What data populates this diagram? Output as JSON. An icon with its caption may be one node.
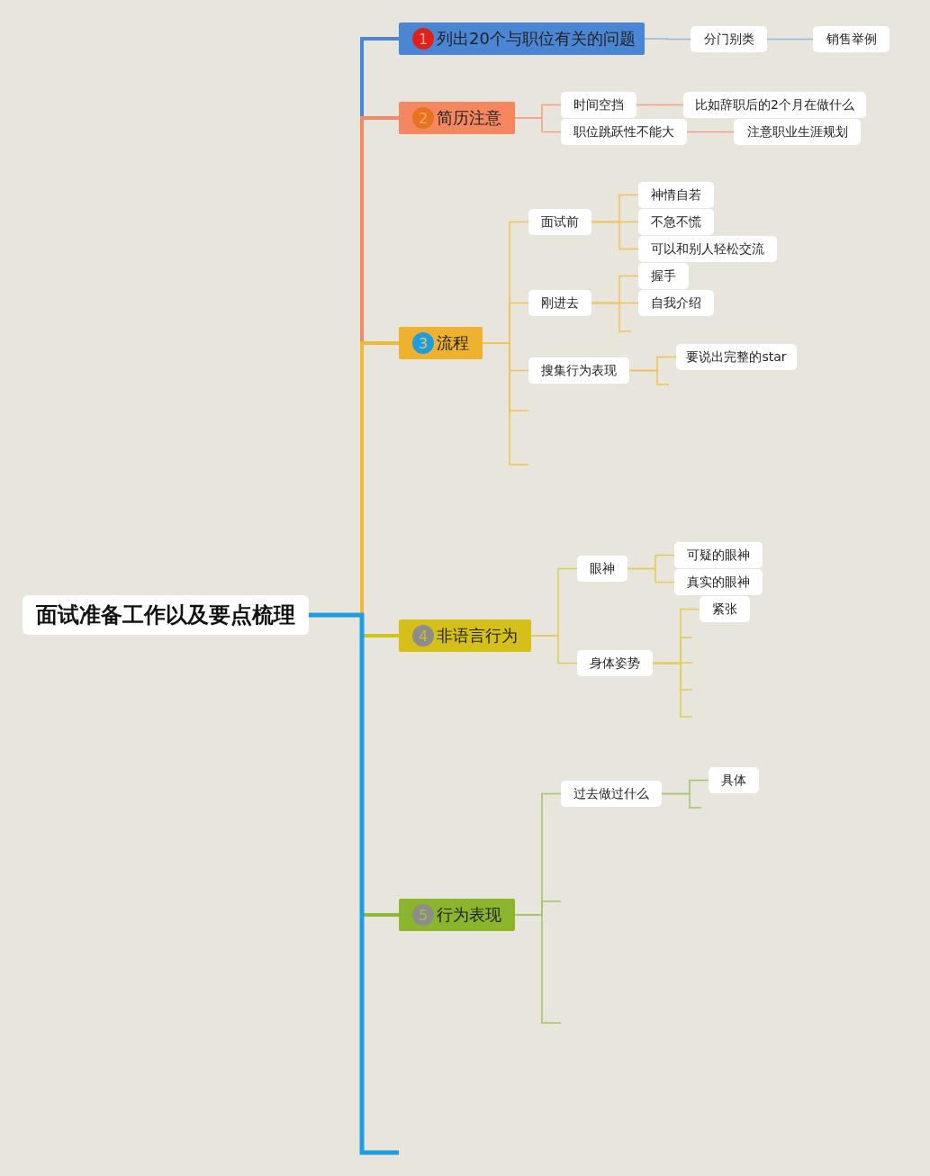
{
  "diagram": {
    "nodes": [
      {
        "text": [
          "面试准备工作以及要点梳理"
        ]
      },
      {
        "text": [
          "1",
          "列出20个与职位有关的问题"
        ]
      },
      {
        "text": [
          "分门别类"
        ]
      },
      {
        "text": [
          "销售举例"
        ]
      },
      {
        "text": [
          "2",
          "简历注意"
        ]
      },
      {
        "text": [
          "时间空挡"
        ]
      },
      {
        "text": [
          "比如辞职后的2个月在做什么"
        ]
      },
      {
        "text": [
          "职位跳跃性不能大"
        ]
      },
      {
        "text": [
          "注意职业生涯规划"
        ]
      },
      {
        "text": [
          "3",
          "流程"
        ]
      },
      {
        "text": [
          "面试前"
        ]
      },
      {
        "text": [
          "神情自若"
        ]
      },
      {
        "text": [
          "不急不慌"
        ]
      },
      {
        "text": [
          "可以和别人轻松交流"
        ]
      },
      {
        "text": [
          "刚进去"
        ]
      },
      {
        "text": [
          "握手"
        ]
      },
      {
        "text": [
          "自我介绍"
        ]
      },
      {
        "text": [
          "搜集行为表现"
        ]
      },
      {
        "text": [
          "要说出完整的star"
        ]
      },
      {
        "text": [
          "4",
          "非语言行为"
        ]
      },
      {
        "text": [
          "眼神"
        ]
      },
      {
        "text": [
          "可疑的眼神"
        ]
      },
      {
        "text": [
          "真实的眼神"
        ]
      },
      {
        "text": [
          "身体姿势"
        ]
      },
      {
        "text": [
          "紧张"
        ]
      },
      {
        "text": [
          "5",
          "行为表现"
        ]
      },
      {
        "text": [
          "过去做过什么"
        ]
      },
      {
        "text": [
          "具体"
        ]
      }
    ],
    "edges": [
      {
        "from": 0,
        "to": 1,
        "arrow": "none",
        "style": "thick",
        "color": "#4a86d4"
      },
      {
        "from": 1,
        "to": 2,
        "arrow": "none",
        "color": "#9bb7dc"
      },
      {
        "from": 2,
        "to": 3,
        "arrow": "none",
        "color": "#9bb7dc"
      },
      {
        "from": 0,
        "to": 4,
        "arrow": "none",
        "style": "thick",
        "color": "#f08a65"
      },
      {
        "from": 4,
        "to": 5,
        "arrow": "none",
        "color": "#f2a487"
      },
      {
        "from": 5,
        "to": 6,
        "arrow": "none",
        "color": "#f2a487"
      },
      {
        "from": 4,
        "to": 7,
        "arrow": "none",
        "color": "#f2a487"
      },
      {
        "from": 7,
        "to": 8,
        "arrow": "none",
        "color": "#f2a487"
      },
      {
        "from": 0,
        "to": 9,
        "arrow": "none",
        "style": "thick",
        "color": "#f0b93a"
      },
      {
        "from": 9,
        "to": 10,
        "arrow": "none",
        "color": "#f0c45a"
      },
      {
        "from": 10,
        "to": 11,
        "arrow": "none",
        "color": "#f0c45a"
      },
      {
        "from": 10,
        "to": 12,
        "arrow": "none",
        "color": "#f0c45a"
      },
      {
        "from": 10,
        "to": 13,
        "arrow": "none",
        "color": "#f0c45a"
      },
      {
        "from": 9,
        "to": 14,
        "arrow": "none",
        "color": "#f0c45a"
      },
      {
        "from": 14,
        "to": 15,
        "arrow": "none",
        "color": "#f0c45a"
      },
      {
        "from": 14,
        "to": 16,
        "arrow": "none",
        "color": "#f0c45a"
      },
      {
        "from": 14,
        "to": null,
        "arrow": "none",
        "color": "#f0c45a"
      },
      {
        "from": 9,
        "to": 17,
        "arrow": "none",
        "color": "#f0c45a"
      },
      {
        "from": 17,
        "to": 18,
        "arrow": "none",
        "color": "#f0c45a"
      },
      {
        "from": 17,
        "to": null,
        "arrow": "none",
        "color": "#f0c45a"
      },
      {
        "from": 9,
        "to": null,
        "arrow": "none",
        "color": "#f0c45a"
      },
      {
        "from": 9,
        "to": null,
        "arrow": "none",
        "color": "#f0c45a"
      },
      {
        "from": 0,
        "to": 19,
        "arrow": "none",
        "style": "thick",
        "color": "#d4c21c"
      },
      {
        "from": 19,
        "to": 20,
        "arrow": "none",
        "color": "#e0cd5a"
      },
      {
        "from": 20,
        "to": 21,
        "arrow": "none",
        "color": "#e0cd5a"
      },
      {
        "from": 20,
        "to": 22,
        "arrow": "none",
        "color": "#e0cd5a"
      },
      {
        "from": 19,
        "to": 23,
        "arrow": "none",
        "color": "#e0cd5a"
      },
      {
        "from": 23,
        "to": 24,
        "arrow": "none",
        "color": "#e0cd5a"
      },
      {
        "from": 23,
        "to": null,
        "arrow": "none",
        "color": "#e0cd5a"
      },
      {
        "from": 23,
        "to": null,
        "arrow": "none",
        "color": "#e0cd5a"
      },
      {
        "from": 23,
        "to": null,
        "arrow": "none",
        "color": "#e0cd5a"
      },
      {
        "from": 23,
        "to": null,
        "arrow": "none",
        "color": "#e0cd5a"
      },
      {
        "from": 0,
        "to": 25,
        "arrow": "none",
        "style": "thick",
        "color": "#8db63a"
      },
      {
        "from": 25,
        "to": 26,
        "arrow": "none",
        "color": "#a9c46a"
      },
      {
        "from": 26,
        "to": 27,
        "arrow": "none",
        "color": "#a9c46a"
      },
      {
        "from": 26,
        "to": null,
        "arrow": "none",
        "color": "#a9c46a"
      },
      {
        "from": 25,
        "to": null,
        "arrow": "none",
        "color": "#a9c46a"
      },
      {
        "from": 25,
        "to": null,
        "arrow": "none",
        "color": "#a9c46a"
      },
      {
        "from": 0,
        "to": null,
        "arrow": "none",
        "style": "thick",
        "color": "#1e9de0"
      }
    ]
  }
}
